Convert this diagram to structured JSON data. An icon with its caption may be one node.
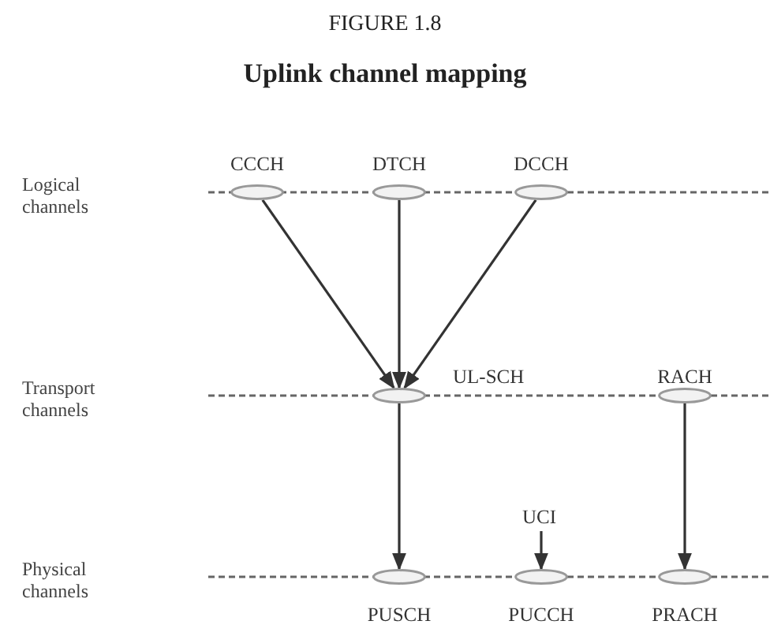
{
  "diagram": {
    "title": "Uplink channel mapping",
    "nodes": [
      {
        "text": [],
        "shape": "ellipse",
        "beside": [
          "CCCH"
        ]
      },
      {
        "text": [],
        "shape": "ellipse",
        "beside": [
          "DTCH"
        ]
      },
      {
        "text": [],
        "shape": "ellipse",
        "beside": [
          "DCCH"
        ]
      },
      {
        "text": [],
        "shape": "ellipse",
        "beside": [
          "UL-SCH"
        ]
      },
      {
        "text": [],
        "shape": "ellipse",
        "beside": [
          "RACH"
        ]
      },
      {
        "text": [
          "UCI"
        ]
      },
      {
        "text": [],
        "shape": "ellipse",
        "beside": [
          "PUSCH"
        ]
      },
      {
        "text": [],
        "shape": "ellipse",
        "beside": [
          "PUCCH"
        ]
      },
      {
        "text": [],
        "shape": "ellipse",
        "beside": [
          "PRACH"
        ]
      }
    ],
    "edges": [
      {
        "from": 0,
        "to": 3,
        "arrow": "to"
      },
      {
        "from": 1,
        "to": 3,
        "arrow": "to"
      },
      {
        "from": 2,
        "to": 3,
        "arrow": "to"
      },
      {
        "from": 3,
        "to": 6,
        "arrow": "to"
      },
      {
        "from": 4,
        "to": 8,
        "arrow": "to"
      },
      {
        "from": 5,
        "to": 7,
        "arrow": "to"
      }
    ],
    "labels": [
      "FIGURE 1.8",
      "Logical channels",
      "Transport channels",
      "Physical channels"
    ]
  }
}
